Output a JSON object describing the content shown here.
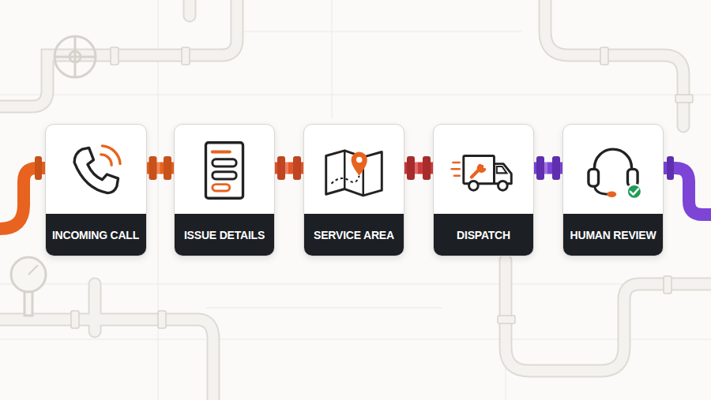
{
  "diagram": {
    "nodes": [
      {
        "text": [
          "INCOMING CALL"
        ]
      },
      {
        "text": [
          "ISSUE DETAILS"
        ]
      },
      {
        "text": [
          "SERVICE AREA"
        ]
      },
      {
        "text": [
          "DISPATCH"
        ]
      },
      {
        "text": [
          "HUMAN REVIEW"
        ]
      }
    ],
    "edges": [
      {
        "from": 0,
        "to": 1,
        "arrow": "none"
      },
      {
        "from": 1,
        "to": 2,
        "arrow": "none"
      },
      {
        "from": 2,
        "to": 3,
        "arrow": "none"
      },
      {
        "from": 3,
        "to": 4,
        "arrow": "none"
      }
    ]
  }
}
